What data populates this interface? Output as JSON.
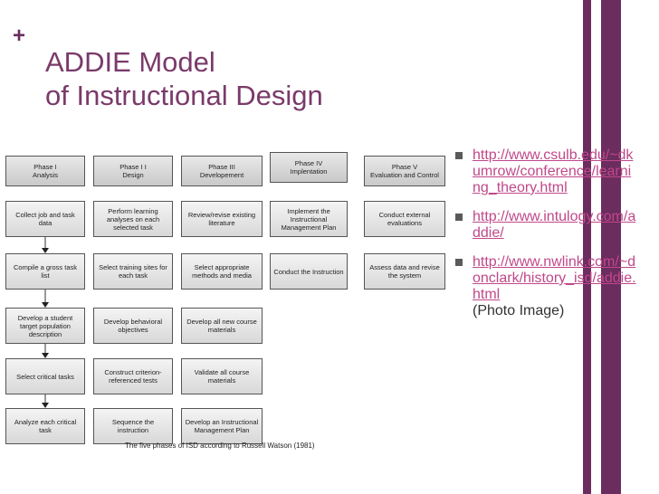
{
  "slide": {
    "plus": "+",
    "title_line1": "ADDIE Model",
    "title_line2": "of Instructional Design"
  },
  "colors": {
    "accent": "#6b2c5e",
    "link": "#c0488a",
    "title": "#7a3a6a"
  },
  "diagram": {
    "phases": [
      {
        "header": "Phase I\nAnalysis",
        "steps": [
          "Collect job and task data",
          "Compile a gross task list",
          "Develop a student target population description",
          "Select critical tasks",
          "Analyze each critical task"
        ]
      },
      {
        "header": "Phase I I\nDesign",
        "steps": [
          "Perform learning analyses on each selected task",
          "Select training sites for each task",
          "Develop behavioral objectives",
          "Construct criterion-referenced tests",
          "Sequence the instruction"
        ]
      },
      {
        "header": "Phase III\nDevelopement",
        "steps": [
          "Review/revise existing literature",
          "Select appropriate methods and media",
          "Develop all new course materials",
          "Validate all course materials",
          "Develop an Instructional Management Plan"
        ]
      },
      {
        "header": "Phase IV\nImplentation",
        "steps": [
          "Implement the Instructional Management Plan",
          "Conduct the Instruction"
        ]
      },
      {
        "header": "Phase V\nEvaluation and Control",
        "steps": [
          "Conduct external evaluations",
          "Assess data and revise the system"
        ]
      }
    ],
    "caption": "The five phases of ISD according to Russell Watson (1981)"
  },
  "links": [
    {
      "url": "http://www.csulb.edu/~dkumrow/conference/learning_theory.html",
      "note": ""
    },
    {
      "url": "http://www.intulogy.com/addie/",
      "note": ""
    },
    {
      "url": "http://www.nwlink.com/~donclark/history_isd/addie.html",
      "note": "(Photo Image)"
    }
  ]
}
